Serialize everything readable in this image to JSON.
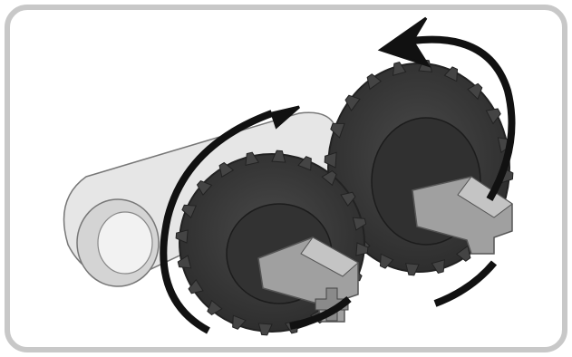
{
  "illustration": {
    "subject": "two-meshing-bevel-gears-on-axles",
    "icons": {
      "beam": "technic-beam",
      "gear_left": "bevel-gear",
      "gear_right": "bevel-gear",
      "axle_left": "cross-axle",
      "axle_right": "cross-axle",
      "arrow_left": "counter-rotation-arrow",
      "arrow_right": "rotation-arrow"
    },
    "colors": {
      "frame_border": "#c8c8c8",
      "background": "#ffffff",
      "gear": "#3a3a3a",
      "gear_highlight": "#555555",
      "axle": "#9a9a9a",
      "beam": "#e2e2e2",
      "arrow": "#111111"
    }
  }
}
